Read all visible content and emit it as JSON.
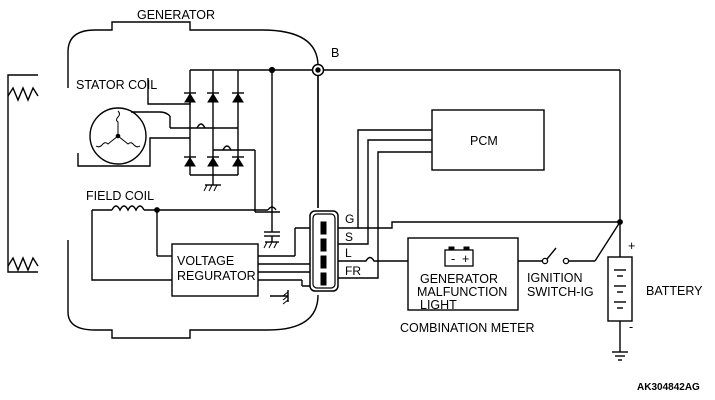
{
  "labels": {
    "generator": "GENERATOR",
    "stator_coil": "STATOR COIL",
    "field_coil": "FIELD COIL",
    "voltage_regulator_line1": "VOLTAGE",
    "voltage_regulator_line2": "REGURATOR",
    "terminal_b": "B",
    "pcm": "PCM",
    "terminal_g": "G",
    "terminal_s": "S",
    "terminal_l": "L",
    "terminal_fr": "FR",
    "malfunction_light_line1": "GENERATOR",
    "malfunction_light_line2": "MALFUNCTION",
    "malfunction_light_line3": "LIGHT",
    "combination_meter": "COMBINATION METER",
    "ignition_switch_line1": "IGNITION",
    "ignition_switch_line2": "SWITCH-IG",
    "battery": "BATTERY",
    "battery_plus": "+",
    "battery_minus": "-",
    "bulb_plus": "+",
    "bulb_minus": "-",
    "figure_code": "AK304842AG"
  }
}
